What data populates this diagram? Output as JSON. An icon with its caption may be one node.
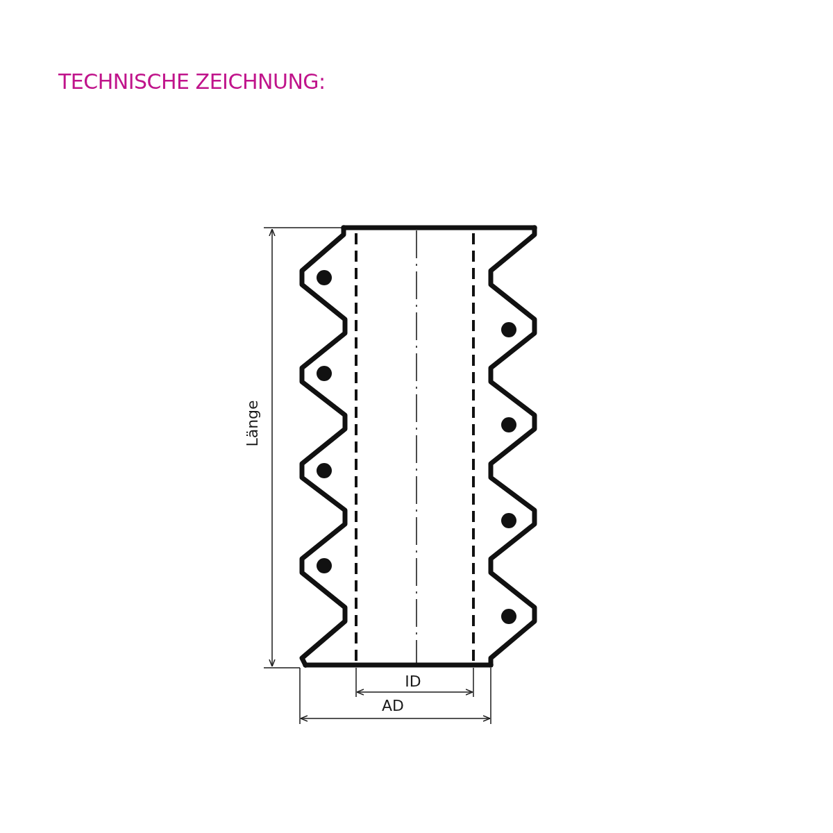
{
  "diagram": {
    "title": "TECHNISCHE ZEICHNUNG:",
    "labels": [
      "Länge",
      "ID",
      "AD"
    ]
  }
}
